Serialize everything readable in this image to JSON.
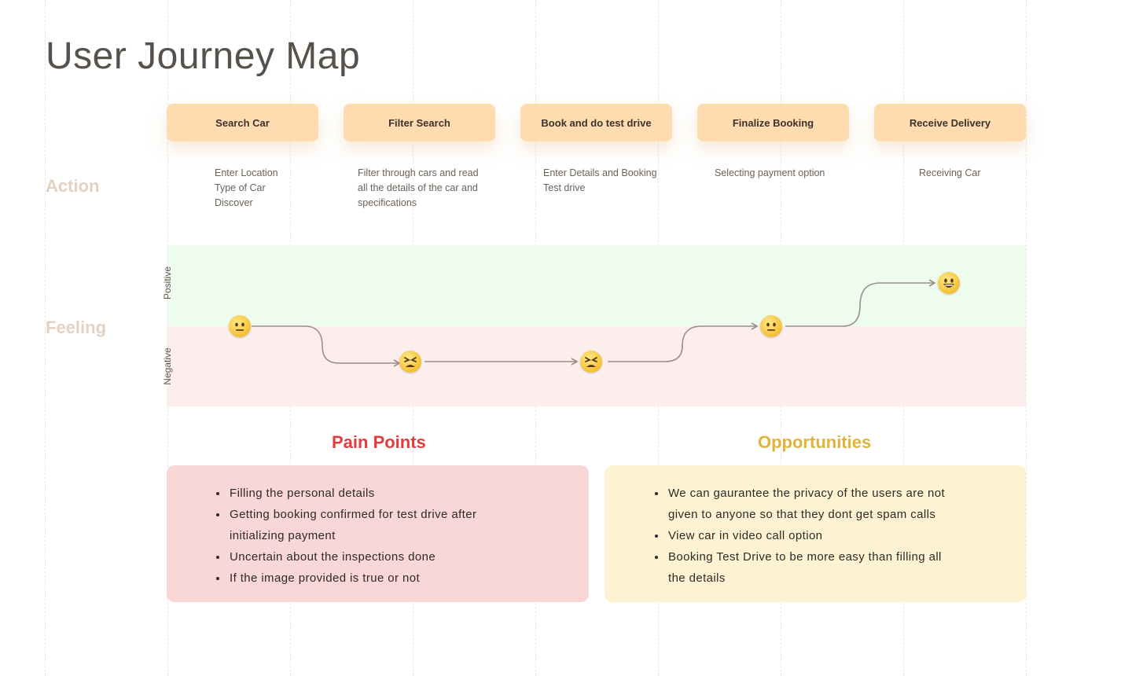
{
  "title": "User Journey Map",
  "row_labels": {
    "action": "Action",
    "feeling": "Feeling"
  },
  "feeling_axis": {
    "positive": "Positive",
    "negative": "Negative"
  },
  "stages": [
    {
      "label": "Search Car",
      "actions": [
        "Enter Location",
        "Type of Car",
        "Discover"
      ],
      "feeling": "neutral"
    },
    {
      "label": "Filter Search",
      "actions": [
        "Filter through cars and read",
        "all the details of the car and",
        "specifications"
      ],
      "feeling": "frustrated"
    },
    {
      "label": "Book and do test drive",
      "actions": [
        "Enter Details and Booking",
        "Test drive"
      ],
      "feeling": "frustrated"
    },
    {
      "label": "Finalize Booking",
      "actions": [
        "Selecting payment option"
      ],
      "feeling": "neutral"
    },
    {
      "label": "Receive Delivery",
      "actions": [
        "Receiving Car"
      ],
      "feeling": "happy"
    }
  ],
  "pain_points": {
    "title": "Pain Points",
    "color": "#e23d3d",
    "bg": "#f8d7d6",
    "items": [
      "Filling the personal details",
      "Getting booking confirmed for test drive after",
      "initializing payment",
      "Uncertain about the inspections done",
      "If the image provided is true or not"
    ]
  },
  "opportunities": {
    "title": "Opportunities",
    "color": "#e0b43a",
    "bg": "#fdf3d3",
    "items": [
      "We can gaurantee the privacy of the users are not",
      "given to anyone so that they dont get spam calls",
      "View car in video call option",
      "Booking Test Drive to be more easy than filling all",
      "the details"
    ]
  },
  "colors": {
    "stage_bg": "#ffdcb0",
    "positive_band": "#eefcee",
    "negative_band": "#fdeeee",
    "path": "#9a8f86"
  }
}
